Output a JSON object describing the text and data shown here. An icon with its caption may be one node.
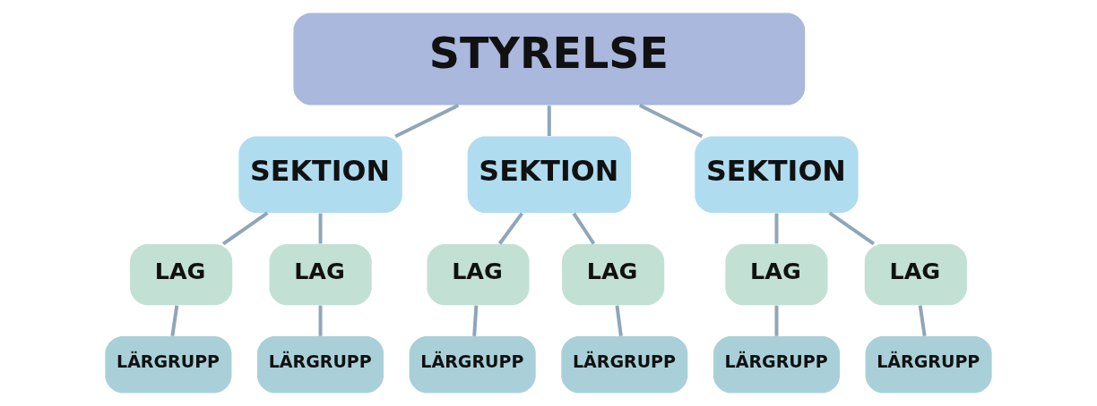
{
  "diagram": {
    "nodes": [
      {
        "text": [
          "STYRELSE"
        ]
      },
      {
        "text": [
          "SEKTION"
        ]
      },
      {
        "text": [
          "SEKTION"
        ]
      },
      {
        "text": [
          "SEKTION"
        ]
      },
      {
        "text": [
          "LAG"
        ]
      },
      {
        "text": [
          "LAG"
        ]
      },
      {
        "text": [
          "LAG"
        ]
      },
      {
        "text": [
          "LAG"
        ]
      },
      {
        "text": [
          "LAG"
        ]
      },
      {
        "text": [
          "LAG"
        ]
      },
      {
        "text": [
          "LÄRGRUPP"
        ]
      },
      {
        "text": [
          "LÄRGRUPP"
        ]
      },
      {
        "text": [
          "LÄRGRUPP"
        ]
      },
      {
        "text": [
          "LÄRGRUPP"
        ]
      },
      {
        "text": [
          "LÄRGRUPP"
        ]
      },
      {
        "text": [
          "LÄRGRUPP"
        ]
      }
    ],
    "edges": [
      {
        "from": 0,
        "to": 1,
        "arrow": "none"
      },
      {
        "from": 0,
        "to": 2,
        "arrow": "none"
      },
      {
        "from": 0,
        "to": 3,
        "arrow": "none"
      },
      {
        "from": 1,
        "to": 4,
        "arrow": "none"
      },
      {
        "from": 1,
        "to": 5,
        "arrow": "none"
      },
      {
        "from": 2,
        "to": 6,
        "arrow": "none"
      },
      {
        "from": 2,
        "to": 7,
        "arrow": "none"
      },
      {
        "from": 3,
        "to": 8,
        "arrow": "none"
      },
      {
        "from": 3,
        "to": 9,
        "arrow": "none"
      },
      {
        "from": 4,
        "to": 10,
        "arrow": "none"
      },
      {
        "from": 5,
        "to": 11,
        "arrow": "none"
      },
      {
        "from": 6,
        "to": 12,
        "arrow": "none"
      },
      {
        "from": 7,
        "to": 13,
        "arrow": "none"
      },
      {
        "from": 8,
        "to": 14,
        "arrow": "none"
      },
      {
        "from": 9,
        "to": 15,
        "arrow": "none"
      }
    ]
  }
}
